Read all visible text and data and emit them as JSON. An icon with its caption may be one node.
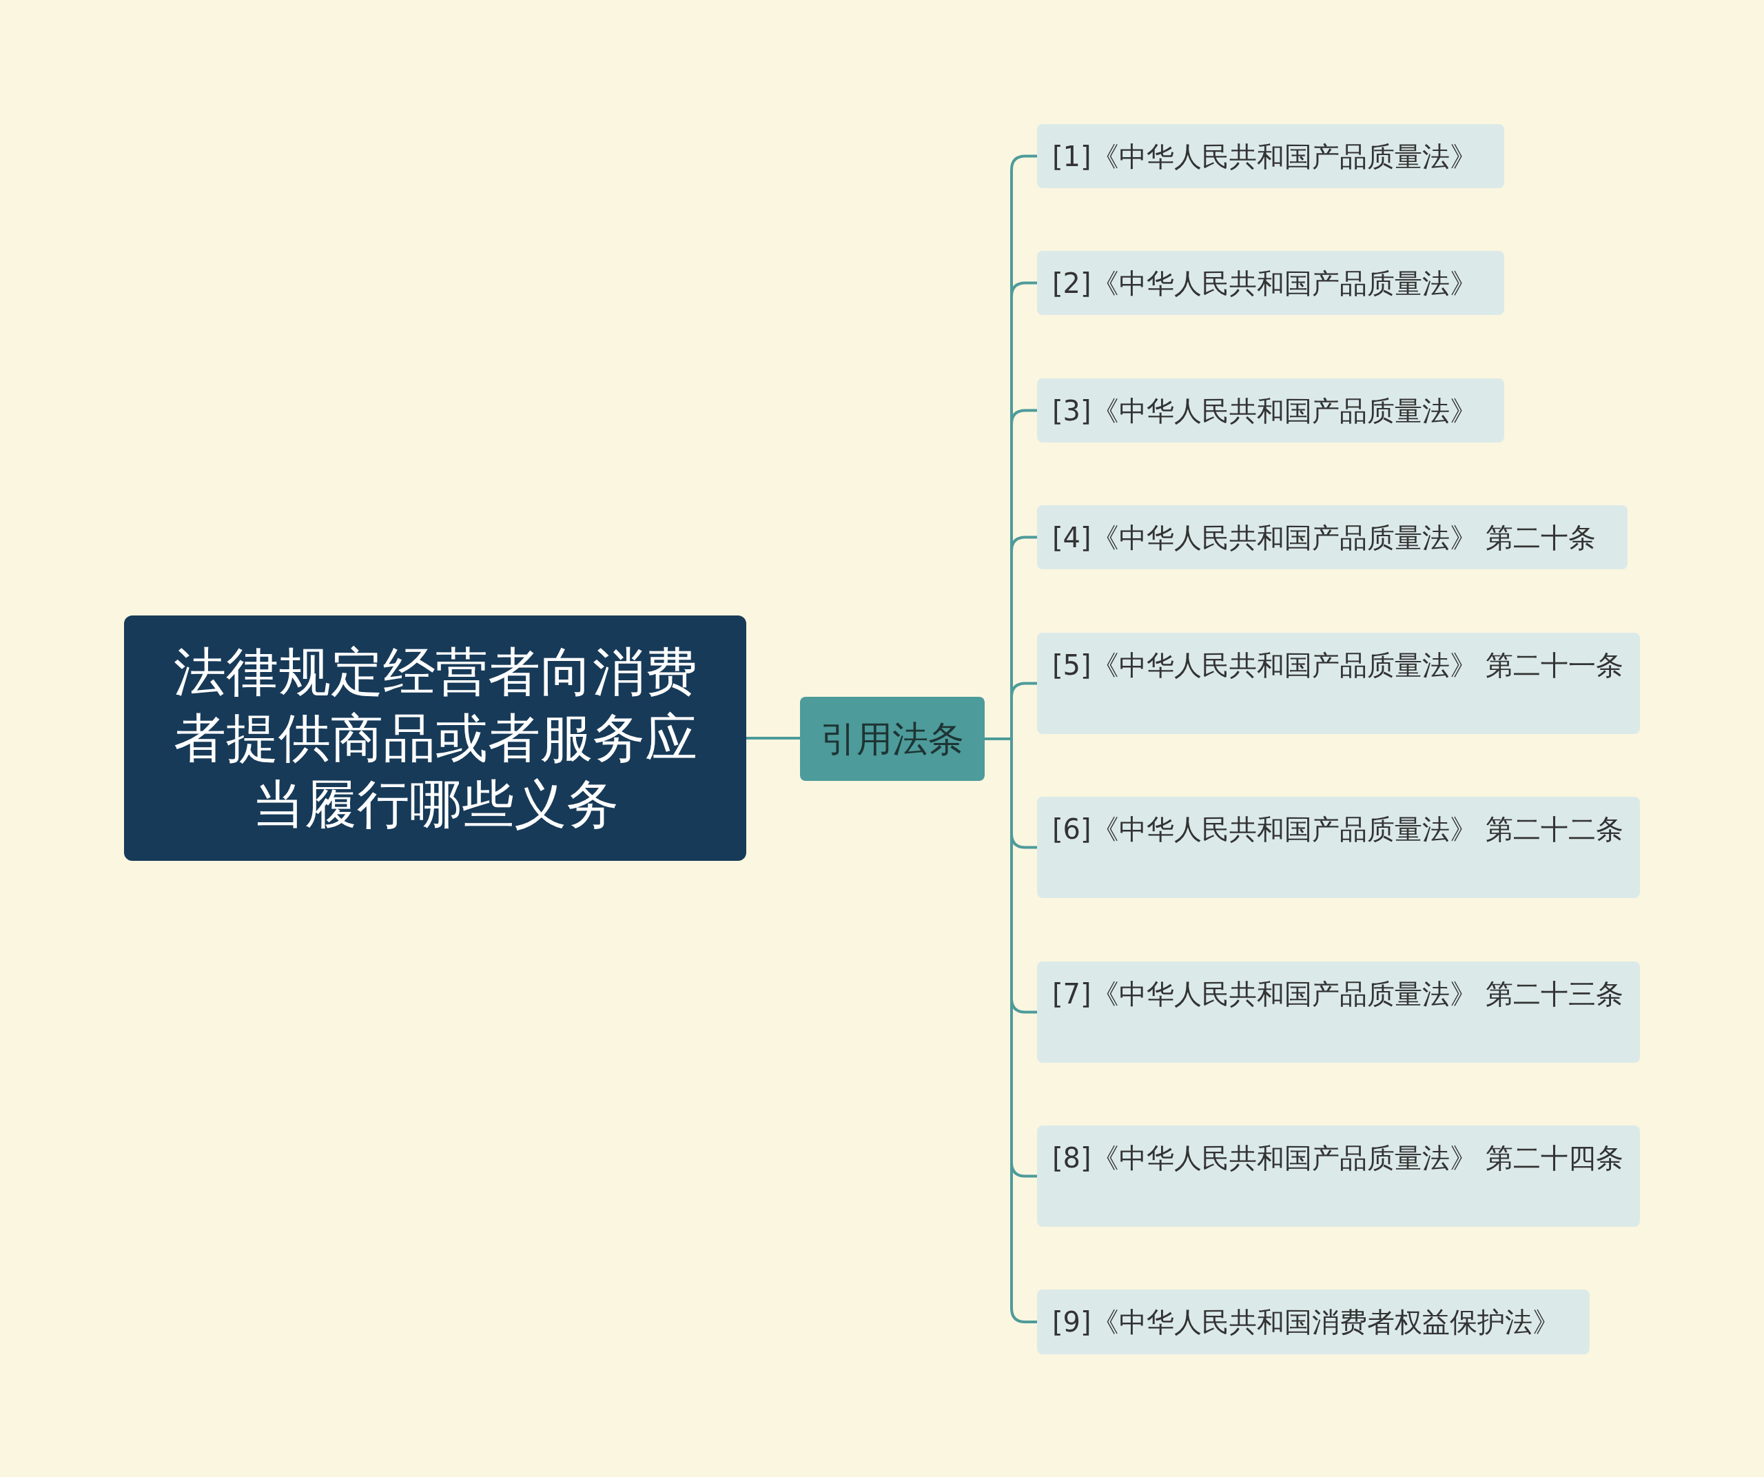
{
  "diagram": {
    "nodes": [
      {
        "text": [
          "法律规定经营者向消费者提供商品或者服务应当履行哪些义务"
        ]
      },
      {
        "text": [
          "引用法条"
        ]
      },
      {
        "text": [
          "[1]《中华人民共和国产品质量法》"
        ]
      },
      {
        "text": [
          "[2]《中华人民共和国产品质量法》"
        ]
      },
      {
        "text": [
          "[3]《中华人民共和国产品质量法》"
        ]
      },
      {
        "text": [
          "[4]《中华人民共和国产品质量法》 第二十条"
        ]
      },
      {
        "text": [
          "[5]《中华人民共和国产品质量法》 第二十一条"
        ]
      },
      {
        "text": [
          "[6]《中华人民共和国产品质量法》 第二十二条"
        ]
      },
      {
        "text": [
          "[7]《中华人民共和国产品质量法》 第二十三条"
        ]
      },
      {
        "text": [
          "[8]《中华人民共和国产品质量法》 第二十四条"
        ]
      },
      {
        "text": [
          "[9]《中华人民共和国消费者权益保护法》"
        ]
      }
    ],
    "edges": [
      {
        "from": 0,
        "to": 1,
        "arrow": "none"
      },
      {
        "from": 1,
        "to": 2,
        "arrow": "none"
      },
      {
        "from": 1,
        "to": 3,
        "arrow": "none"
      },
      {
        "from": 1,
        "to": 4,
        "arrow": "none"
      },
      {
        "from": 1,
        "to": 5,
        "arrow": "none"
      },
      {
        "from": 1,
        "to": 6,
        "arrow": "none"
      },
      {
        "from": 1,
        "to": 7,
        "arrow": "none"
      },
      {
        "from": 1,
        "to": 8,
        "arrow": "none"
      },
      {
        "from": 1,
        "to": 9,
        "arrow": "none"
      },
      {
        "from": 1,
        "to": 10,
        "arrow": "none"
      }
    ]
  }
}
